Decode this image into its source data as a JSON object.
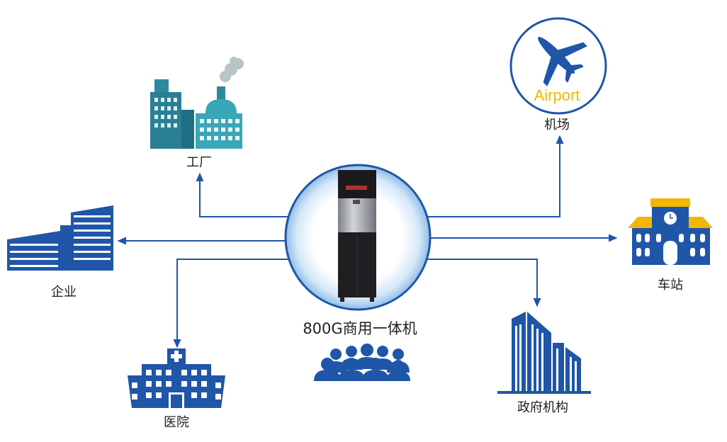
{
  "center": {
    "title": "800G商用一体机"
  },
  "nodes": {
    "factory": {
      "label": "工厂"
    },
    "airport": {
      "label": "机场",
      "icon_text": "Airport"
    },
    "enterprise": {
      "label": "企业"
    },
    "station": {
      "label": "车站"
    },
    "hospital": {
      "label": "医院"
    },
    "government": {
      "label": "政府机构"
    }
  },
  "colors": {
    "primary": "#1f56a8",
    "teal": "#2d8a9e",
    "teal_light": "#3aa7b8",
    "smoke": "#b9c4c8",
    "gold": "#f2b705",
    "circle_glow": "#9ec8ee",
    "machine_dark": "#1b1b1d",
    "machine_steel": "#a9adb2"
  },
  "icons": {
    "factory": "factory-icon",
    "airport": "airplane-icon",
    "enterprise": "office-building-icon",
    "station": "train-station-icon",
    "hospital": "hospital-icon",
    "government": "skyscraper-icon",
    "center": "water-dispenser-icon",
    "people": "people-group-icon"
  }
}
